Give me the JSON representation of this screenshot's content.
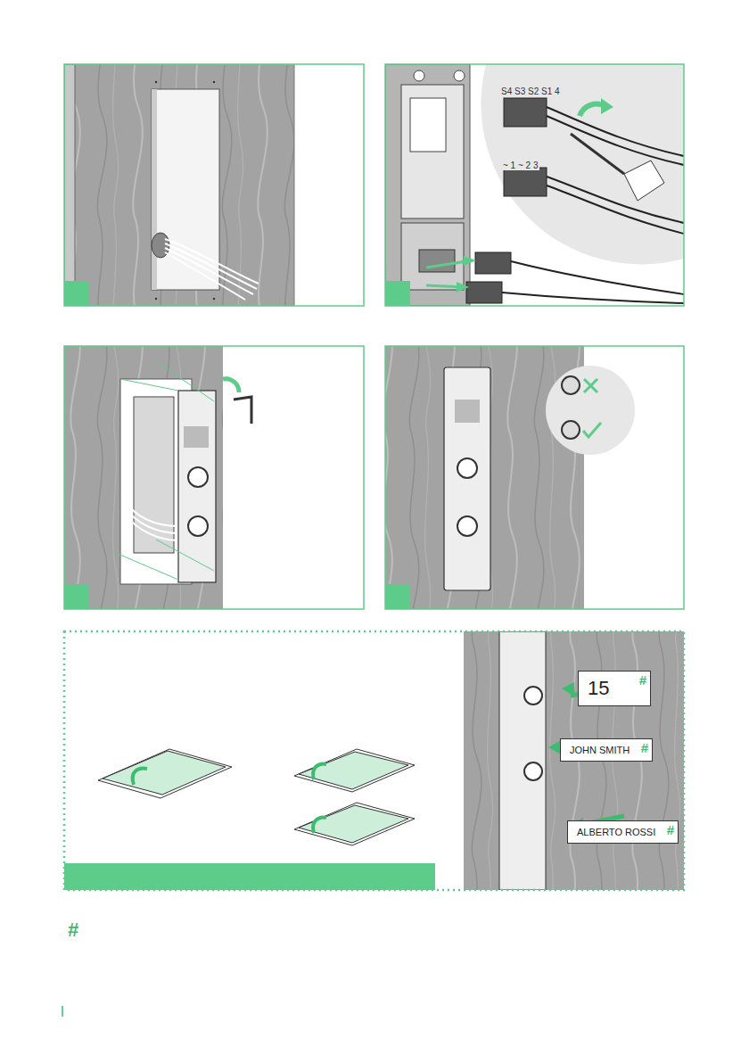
{
  "diagram": {
    "nodes": [
      {
        "text": [
          "15",
          "#"
        ]
      },
      {
        "text": [
          "JOHN SMITH",
          "#"
        ]
      },
      {
        "text": [
          "ALBERTO ROSSI",
          "#"
        ]
      }
    ],
    "labels": [
      "S4 S3 S2 S1 4",
      "~ 1 ~ 2 3",
      "#"
    ]
  }
}
